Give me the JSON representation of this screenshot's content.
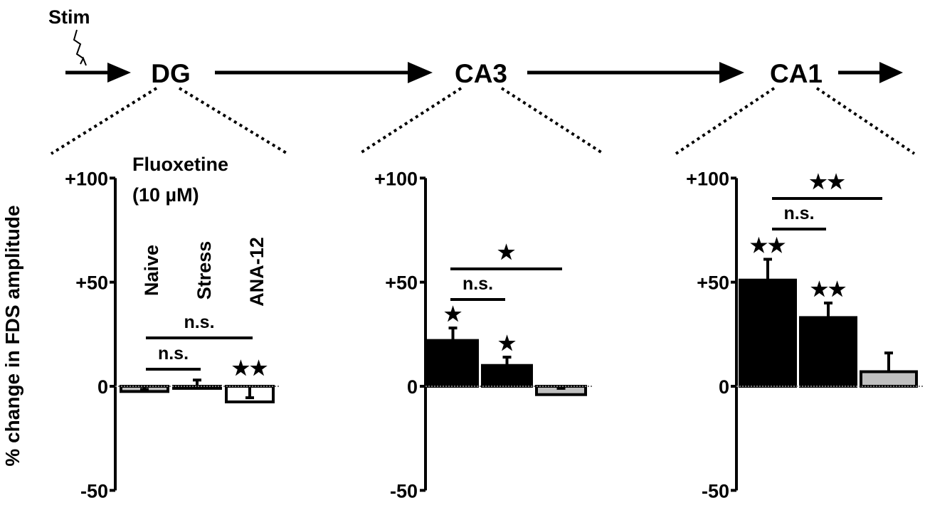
{
  "figure": {
    "stim_label": "Stim",
    "regions": [
      "DG",
      "CA3",
      "CA1"
    ],
    "treatment_line1": "Fluoxetine",
    "treatment_line2": "(10 µM)",
    "ylabel": "% change in FDS amplitude",
    "group_labels": [
      "Naive",
      "Stress",
      "ANA-12"
    ],
    "colors": {
      "grey": "#c0c0c0",
      "black": "#000000",
      "white": "#ffffff",
      "zero_line": "#777777"
    }
  },
  "chart_data": [
    {
      "type": "bar",
      "panel": "DG",
      "ylabel": "% change in FDS amplitude",
      "ylim": [
        -50,
        100
      ],
      "yticks": [
        "+100",
        "+50",
        "0",
        "-50"
      ],
      "categories": [
        "Naive",
        "Stress",
        "ANA-12"
      ],
      "values": [
        -2.5,
        -1,
        -7.5
      ],
      "errors": [
        1,
        4,
        2
      ],
      "fills": [
        "grey",
        "grey",
        "white"
      ],
      "bar_marks": [
        "",
        "",
        "★★"
      ],
      "comparisons": [
        {
          "from": 0,
          "to": 1,
          "label": "n.s."
        },
        {
          "from": 0,
          "to": 2,
          "label": "n.s."
        }
      ]
    },
    {
      "type": "bar",
      "panel": "CA3",
      "ylim": [
        -50,
        100
      ],
      "yticks": [
        "+100",
        "+50",
        "0",
        "-50"
      ],
      "categories": [
        "Naive",
        "Stress",
        "ANA-12"
      ],
      "values": [
        22,
        10,
        -4
      ],
      "errors": [
        6,
        4,
        3
      ],
      "fills": [
        "black",
        "black",
        "grey"
      ],
      "bar_marks": [
        "★",
        "★",
        ""
      ],
      "comparisons": [
        {
          "from": 0,
          "to": 1,
          "label": "n.s."
        },
        {
          "from": 0,
          "to": 2,
          "label": "★"
        }
      ]
    },
    {
      "type": "bar",
      "panel": "CA1",
      "ylim": [
        -50,
        100
      ],
      "yticks": [
        "+100",
        "+50",
        "0",
        "-50"
      ],
      "categories": [
        "Naive",
        "Stress",
        "ANA-12"
      ],
      "values": [
        51,
        33,
        7
      ],
      "errors": [
        10,
        7,
        9
      ],
      "fills": [
        "black",
        "black",
        "grey"
      ],
      "bar_marks": [
        "★★",
        "★★",
        ""
      ],
      "comparisons": [
        {
          "from": 0,
          "to": 1,
          "label": "n.s."
        },
        {
          "from": 0,
          "to": 2,
          "label": "★★"
        }
      ]
    }
  ]
}
